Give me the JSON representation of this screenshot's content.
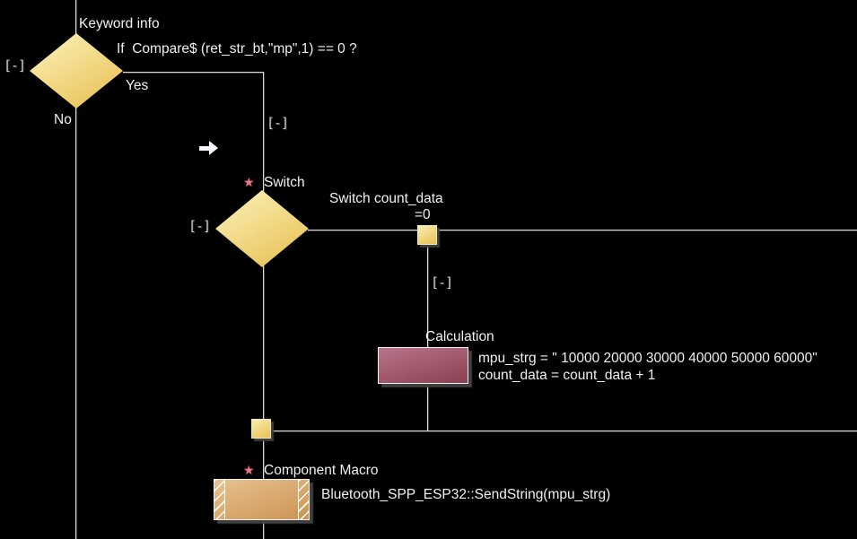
{
  "theme": {
    "bg": "#000000",
    "line": "#d8d8d8",
    "text": "#f0f0f0",
    "shadow": "#3f3f3f",
    "diamond_light": "#f9eeb2",
    "diamond_dark": "#e9bf52",
    "calc_light": "#b8758a",
    "calc_dark": "#8a3f52",
    "macro_light": "#e7c28e",
    "macro_dark": "#cc9354",
    "star": "#e8758b"
  },
  "icons": {
    "collapse_label": "[-]",
    "star": "★"
  },
  "decision": {
    "title": "Keyword info",
    "condition": "If  Compare$ (ret_str_bt,\"mp\",1) == 0 ?",
    "yes": "Yes",
    "no": "No"
  },
  "switch": {
    "title": "Switch",
    "expression": "Switch count_data",
    "case0": "=0"
  },
  "calculation": {
    "title": "Calculation",
    "statements": [
      "mpu_strg = \" 10000 20000 30000 40000 50000 60000\"",
      "count_data = count_data + 1"
    ]
  },
  "component_macro": {
    "title": "Component Macro",
    "call": "Bluetooth_SPP_ESP32::SendString(mpu_strg)"
  }
}
